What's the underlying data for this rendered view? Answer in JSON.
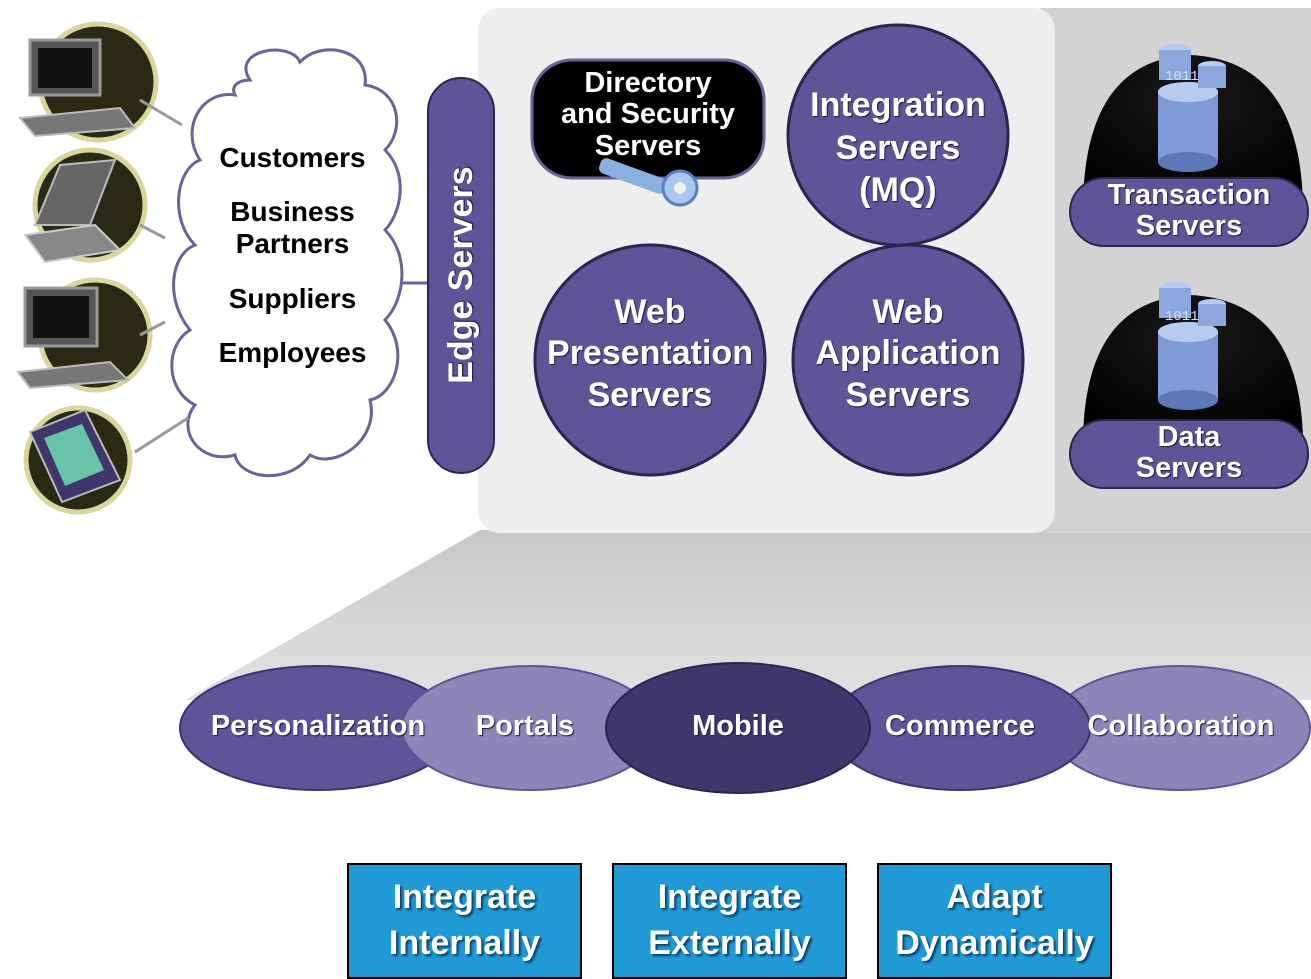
{
  "colors": {
    "purple": "#5e5599",
    "purple_dark": "#3f366e",
    "purple_light": "#8c85b8",
    "panel": "#eeeeee",
    "panel_dark": "#d3d3d3",
    "accent_blue": "#1f9ad7"
  },
  "users": {
    "labels": [
      "Customers",
      "Business",
      "Partners",
      "Suppliers",
      "Employees"
    ],
    "devices": [
      "desktop-computer-icon",
      "laptop-icon",
      "desktop-computer-icon",
      "handheld-pda-icon"
    ]
  },
  "edge": {
    "label": "Edge Servers"
  },
  "servers": {
    "directory": [
      "Directory",
      "and Security",
      "Servers"
    ],
    "integration": [
      "Integration",
      "Servers",
      "(MQ)"
    ],
    "web_presentation": [
      "Web",
      "Presentation",
      "Servers"
    ],
    "web_application": [
      "Web",
      "Application",
      "Servers"
    ],
    "transaction": [
      "Transaction",
      "Servers"
    ],
    "data": [
      "Data",
      "Servers"
    ]
  },
  "capabilities": [
    "Personalization",
    "Portals",
    "Mobile",
    "Commerce",
    "Collaboration"
  ],
  "outcomes": [
    {
      "line1": "Integrate",
      "line2": "Internally"
    },
    {
      "line1": "Integrate",
      "line2": "Externally"
    },
    {
      "line1": "Adapt",
      "line2": "Dynamically"
    }
  ]
}
